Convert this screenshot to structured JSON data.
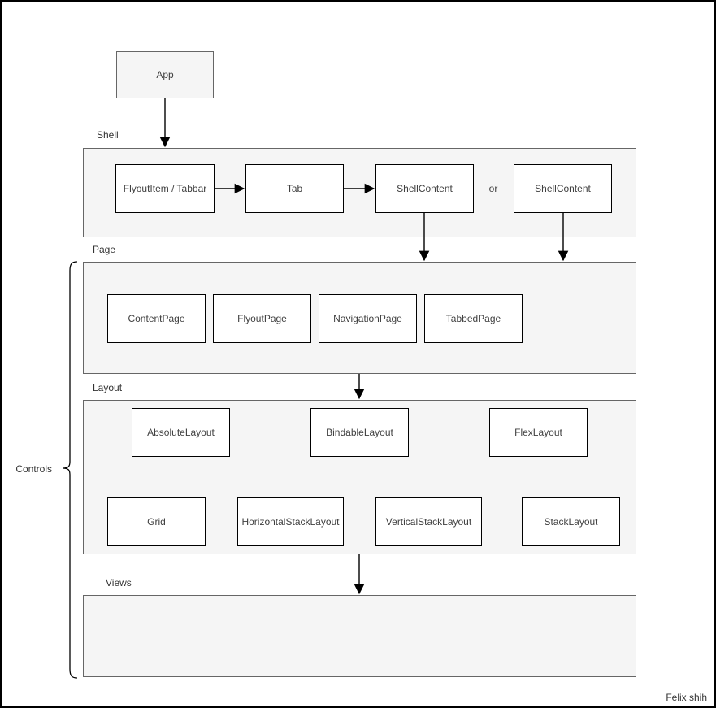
{
  "app_node": {
    "label": "App"
  },
  "shell": {
    "label": "Shell",
    "boxes": [
      {
        "label": "FlyoutItem / Tabbar"
      },
      {
        "label": "Tab"
      },
      {
        "label": "ShellContent"
      },
      {
        "label": "ShellContent"
      }
    ],
    "or_label": "or"
  },
  "page": {
    "label": "Page",
    "boxes": [
      {
        "label": "ContentPage"
      },
      {
        "label": "FlyoutPage"
      },
      {
        "label": "NavigationPage"
      },
      {
        "label": "TabbedPage"
      }
    ]
  },
  "layout": {
    "label": "Layout",
    "row1": [
      {
        "label": "AbsoluteLayout"
      },
      {
        "label": "BindableLayout"
      },
      {
        "label": "FlexLayout"
      }
    ],
    "row2": [
      {
        "label": "Grid"
      },
      {
        "label": "HorizontalStackLayout"
      },
      {
        "label": "VerticalStackLayout"
      },
      {
        "label": "StackLayout"
      }
    ]
  },
  "views": {
    "label": "Views"
  },
  "controls_label": "Controls",
  "credit": "Felix shih",
  "colors": {
    "container_fill": "#f5f5f5",
    "container_border": "#666666",
    "node_fill": "#ffffff",
    "node_border": "#000000",
    "arrow": "#000000",
    "text": "#404040"
  }
}
